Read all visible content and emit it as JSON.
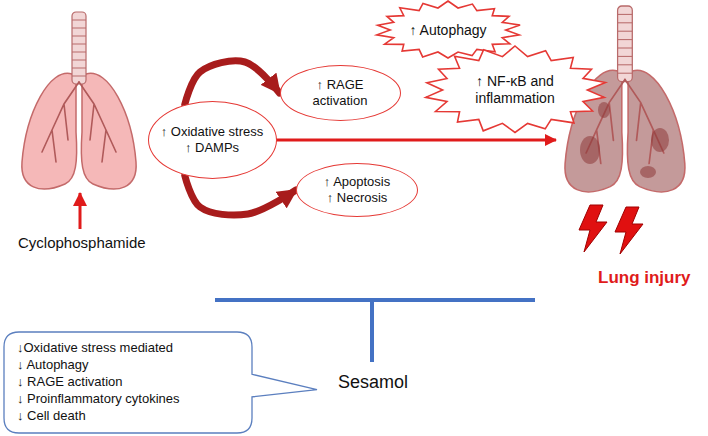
{
  "diagram": {
    "nodes": [
      {
        "text": [
          "↑ Oxidative stress",
          "↑ DAMPs"
        ]
      },
      {
        "text": [
          "↑ RAGE activation"
        ]
      },
      {
        "text": [
          "↑ Apoptosis",
          "↑ Necrosis"
        ]
      },
      {
        "text": [
          "↑ Autophagy"
        ]
      },
      {
        "text": [
          "↑ NF-κB and inflammation"
        ]
      },
      {
        "text": [
          "↓Oxidative stress mediated",
          "↓ Autophagy",
          "↓ RAGE activation",
          "↓ Proinflammatory cytokines",
          "↓ Cell death"
        ]
      }
    ],
    "edges": [
      {
        "from": 0,
        "to": 1,
        "arrow": "to"
      },
      {
        "from": 0,
        "to": 2,
        "arrow": "to"
      }
    ],
    "labels": [
      "Cyclophosphamide",
      "Lung injury",
      "Sesamol"
    ]
  }
}
